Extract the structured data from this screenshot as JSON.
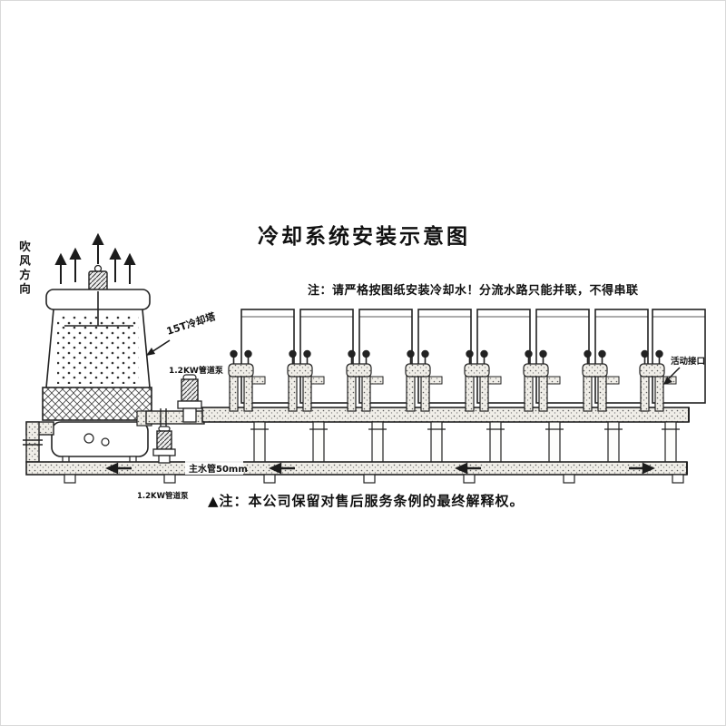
{
  "title": "冷却系统安装示意图",
  "notes": {
    "top": "注：请严格按图纸安装冷却水！分流水路只能并联，不得串联",
    "bottom": "▲注：本公司保留对售后服务条例的最终解释权。"
  },
  "labels": {
    "wind_direction": "吹风方向",
    "cooling_tower": "15T冷却塔",
    "pump_upper": "1.2KW管道泵",
    "pump_lower": "1.2KW管道泵",
    "main_pipe": "主水管50mm",
    "flexible_joint": "活动接口"
  },
  "machines": {
    "count": 8
  },
  "colors": {
    "ink": "#1c1c1c",
    "background": "#ffffff"
  }
}
